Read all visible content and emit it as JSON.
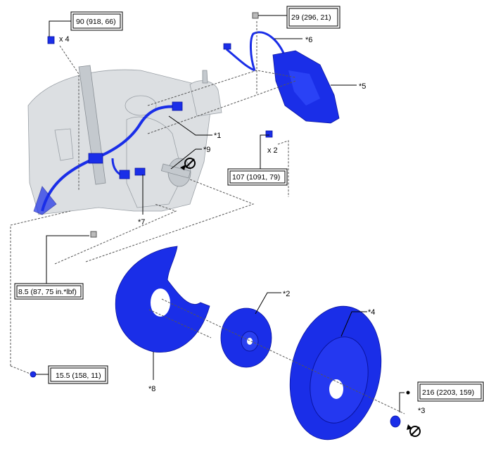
{
  "torque_specs": {
    "upper_bolts": "90 (918, 66)",
    "brake_line_bolt": "29 (296, 21)",
    "caliper_bolts": "107 (1091, 79)",
    "shield_bolt": "8.5 (87, 75 in.*lbf)",
    "nut_small": "15.5 (158, 11)",
    "hub_nut": "216 (2203, 159)"
  },
  "quantities": {
    "upper_bolts": "x 4",
    "caliper_bolts": "x 2"
  },
  "callouts": {
    "c1": "*1",
    "c2": "*2",
    "c3": "*3",
    "c4": "*4",
    "c5": "*5",
    "c6": "*6",
    "c7": "*7",
    "c8": "*8",
    "c9": "*9"
  },
  "colors": {
    "part_highlight": "#1a2ee8",
    "background_parts": "#dcdfe2"
  },
  "icons": [
    "bolt-icon",
    "nut-icon",
    "do-not-reuse-icon",
    "non-reusable-dot-icon"
  ]
}
